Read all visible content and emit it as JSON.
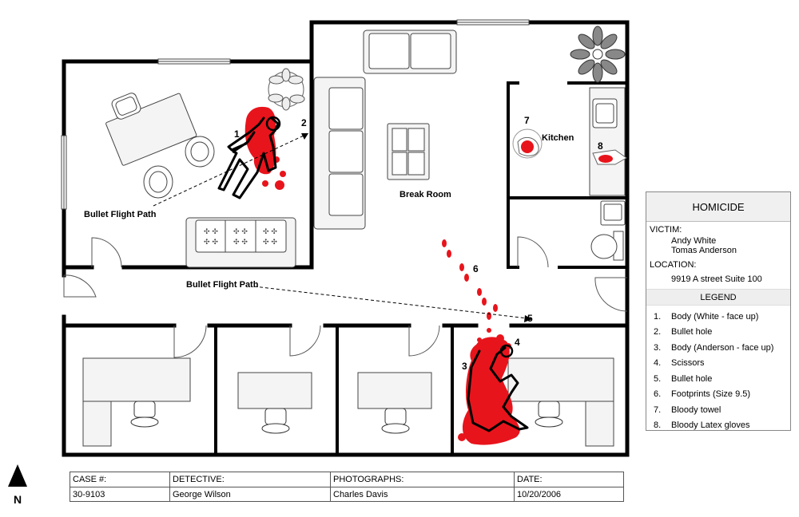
{
  "labels": {
    "kitchen": "Kitchen",
    "break_room": "Break Room",
    "bullet_path_1": "Bullet Flight Path",
    "bullet_path_2": "Bullet Flight Path"
  },
  "markers": [
    "1",
    "2",
    "3",
    "4",
    "5",
    "6",
    "7",
    "8"
  ],
  "legend": {
    "title": "HOMICIDE",
    "victim_label": "VICTIM:",
    "victims": [
      "Andy White",
      "Tomas Anderson"
    ],
    "location_label": "LOCATION:",
    "location": "9919 A street Suite 100",
    "legend_label": "LEGEND",
    "items": [
      {
        "n": "1.",
        "text": "Body (White - face up)"
      },
      {
        "n": "2.",
        "text": "Bullet hole"
      },
      {
        "n": "3.",
        "text": "Body (Anderson - face up)"
      },
      {
        "n": "4.",
        "text": "Scissors"
      },
      {
        "n": "5.",
        "text": "Bullet hole"
      },
      {
        "n": "6.",
        "text": "Footprints (Size 9.5)"
      },
      {
        "n": "7.",
        "text": "Bloody towel"
      },
      {
        "n": "8.",
        "text": "Bloody Latex gloves"
      }
    ]
  },
  "case_info": {
    "case_label": "CASE #:",
    "case_value": "30-9103",
    "detective_label": "DETECTIVE:",
    "detective_value": "George Wilson",
    "photos_label": "PHOTOGRAPHS:",
    "photos_value": "Charles Davis",
    "date_label": "DATE:",
    "date_value": "10/20/2006"
  },
  "compass": "N",
  "colors": {
    "blood": "#e8141c",
    "wall": "#000000"
  }
}
